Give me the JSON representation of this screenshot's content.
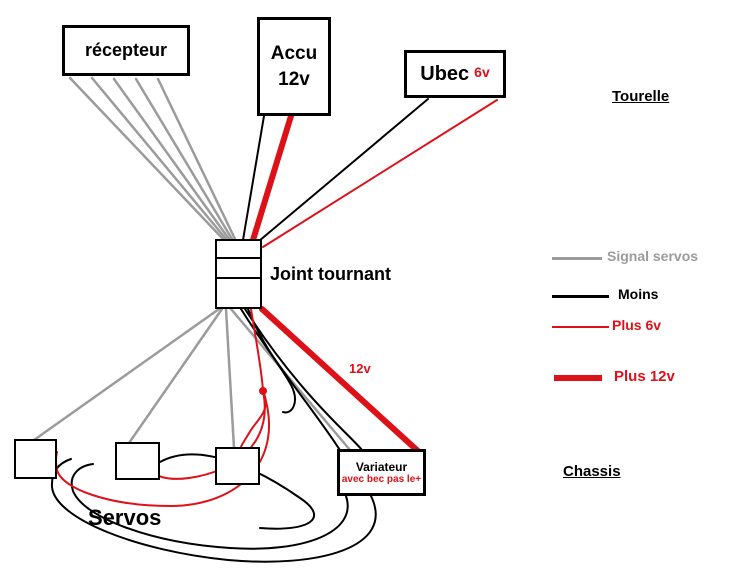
{
  "canvas": {
    "background": "#ffffff"
  },
  "colors": {
    "signal_gray": "#9b9b9b",
    "minus_black": "#000000",
    "plus_red": "#dd1118"
  },
  "boxes": {
    "recepteur": {
      "label": "récepteur"
    },
    "accu": {
      "line1": "Accu",
      "line2": "12v"
    },
    "ubec": {
      "name": "Ubec",
      "voltage": "6v"
    },
    "joint_tournant": {
      "label": "Joint tournant"
    },
    "variateur": {
      "title": "Variateur",
      "note": "avec bec pas le+"
    }
  },
  "zones": {
    "top_label": "Tourelle",
    "bottom_label": "Chassis"
  },
  "group_labels": {
    "servos": "Servos"
  },
  "wire_labels": {
    "twelve_v": "12v"
  },
  "legend": {
    "items": [
      {
        "label": "Signal servos",
        "color": "#9b9b9b",
        "thickness": "thin"
      },
      {
        "label": "Moins",
        "color": "#000000",
        "thickness": "thin"
      },
      {
        "label": "Plus 6v",
        "color": "#dd1118",
        "thickness": "thin"
      },
      {
        "label": "Plus 12v",
        "color": "#dd1118",
        "thickness": "thick"
      }
    ]
  }
}
